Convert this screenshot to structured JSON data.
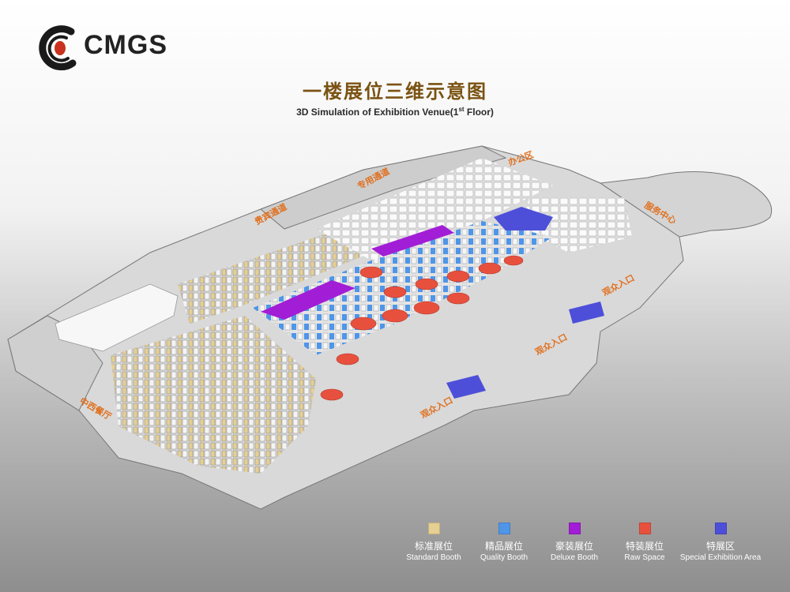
{
  "brand": {
    "name": "CMGS",
    "red": "#c8321e",
    "black": "#1a1a1a"
  },
  "title": {
    "cn": "一楼展位三维示意图",
    "en_main": "3D Simulation of Exhibition Venue(1",
    "en_sup": "st",
    "en_tail": " Floor)"
  },
  "zones": [
    {
      "key": "service",
      "text": "服务中心"
    },
    {
      "key": "passage1",
      "text": "贵宾通道"
    },
    {
      "key": "passage2",
      "text": "专用通道"
    },
    {
      "key": "entrance_right",
      "text": "观众入口"
    },
    {
      "key": "entrance_mid",
      "text": "观众入口"
    },
    {
      "key": "entrance_bottom",
      "text": "观众入口"
    },
    {
      "key": "restaurant",
      "text": "中西餐厅"
    },
    {
      "key": "misc1",
      "text": "办公区"
    }
  ],
  "colors": {
    "standard": "#e6cf92",
    "quality": "#4f95e8",
    "deluxe": "#a21dd6",
    "raw": "#e8503e",
    "special": "#4d4fd9",
    "floor": "#d8d8d8",
    "wall": "#ffffff"
  },
  "legend": [
    {
      "key": "standard",
      "cn": "标准展位",
      "en": "Standard  Booth",
      "color": "#e6cf92"
    },
    {
      "key": "quality",
      "cn": "精品展位",
      "en": "Quality  Booth",
      "color": "#4f95e8"
    },
    {
      "key": "deluxe",
      "cn": "豪装展位",
      "en": "Deluxe  Booth",
      "color": "#a21dd6"
    },
    {
      "key": "raw",
      "cn": "特装展位",
      "en": "Raw  Space",
      "color": "#e8503e"
    },
    {
      "key": "special",
      "cn": "特展区",
      "en": "Special Exhibition Area",
      "color": "#4d4fd9"
    }
  ]
}
